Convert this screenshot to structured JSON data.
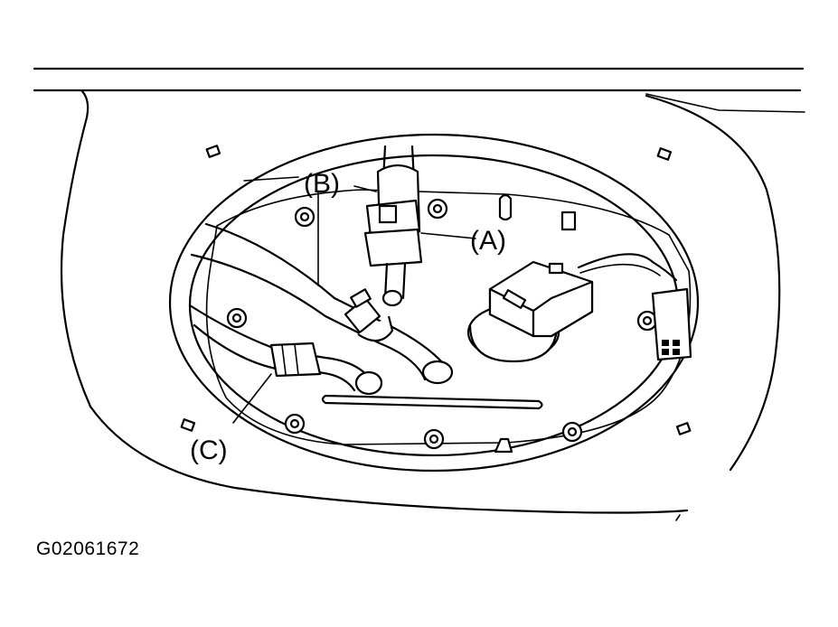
{
  "figure_id": "G02061672",
  "callouts": {
    "a": "(A)",
    "b": "(B)",
    "c": "(C)"
  },
  "colors": {
    "ink": "#000000",
    "paper": "#ffffff"
  }
}
